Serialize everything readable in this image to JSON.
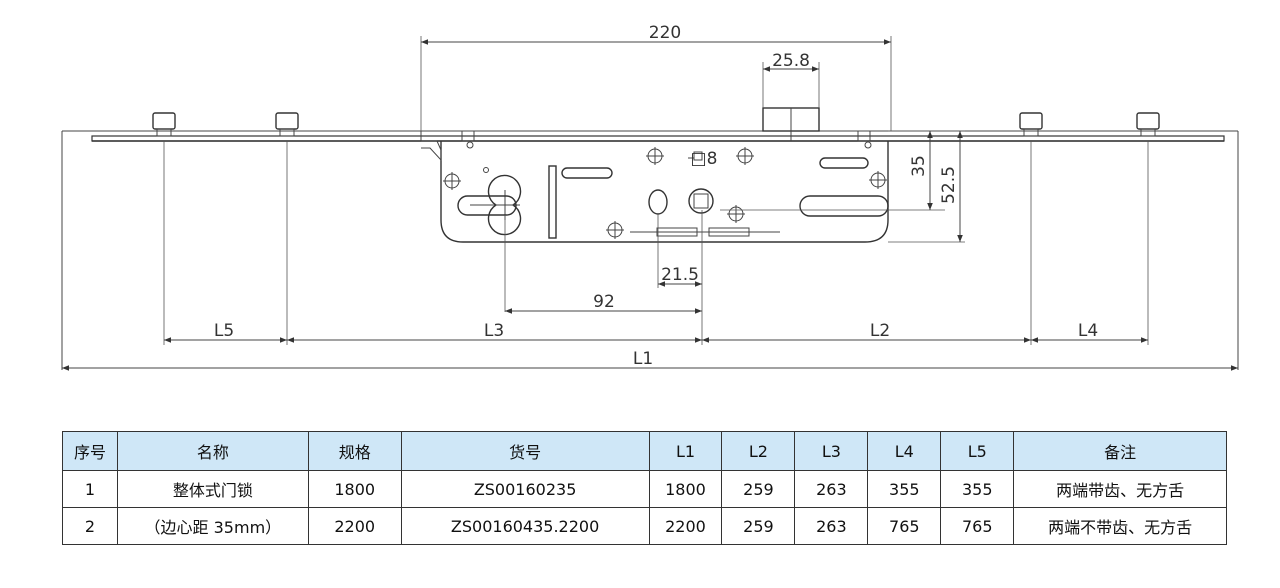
{
  "drawing": {
    "dimensions": {
      "width_total": "220",
      "bolt_width": "25.8",
      "square": "□8",
      "h35": "35",
      "h52": "52.5",
      "d21": "21.5",
      "d92": "92",
      "L5": "L5",
      "L3": "L3",
      "L2": "L2",
      "L4": "L4",
      "L1": "L1"
    }
  },
  "table": {
    "headers": [
      "序号",
      "名称",
      "规格",
      "货号",
      "L1",
      "L2",
      "L3",
      "L4",
      "L5",
      "备注"
    ],
    "name_line1": "整体式门锁",
    "name_line2": "（边心距 35mm）",
    "rows": [
      {
        "no": "1",
        "spec": "1800",
        "code": "ZS00160235",
        "l1": "1800",
        "l2": "259",
        "l3": "263",
        "l4": "355",
        "l5": "355",
        "note": "两端带齿、无方舌"
      },
      {
        "no": "2",
        "spec": "2200",
        "code": "ZS00160435.2200",
        "l1": "2200",
        "l2": "259",
        "l3": "263",
        "l4": "765",
        "l5": "765",
        "note": "两端不带齿、无方舌"
      }
    ]
  }
}
